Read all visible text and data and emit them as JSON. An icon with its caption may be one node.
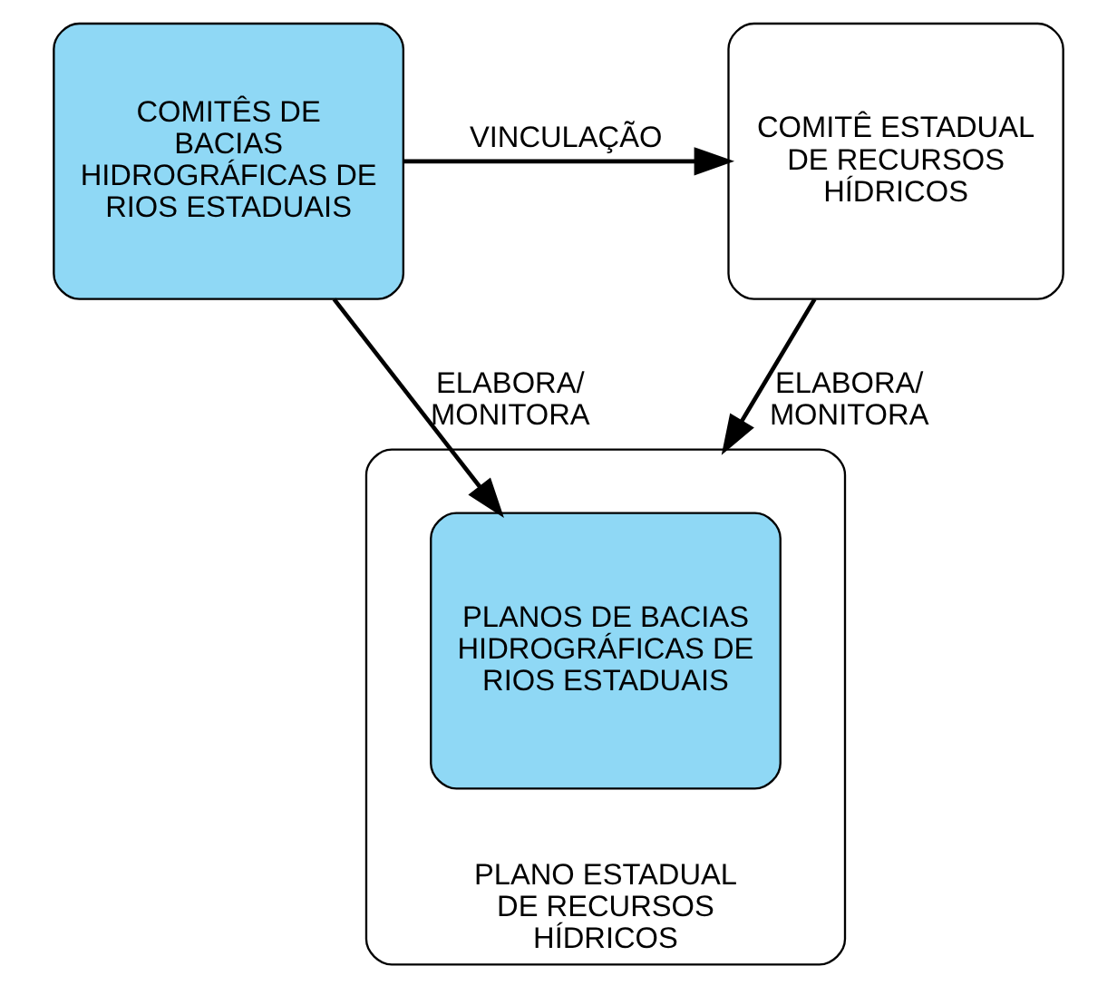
{
  "diagram": {
    "nodes": [
      {
        "text": [
          "COMITÊS DE BACIAS HIDROGRÁFICAS DE RIOS ESTADUAIS"
        ]
      },
      {
        "text": [
          "COMITÊ ESTADUAL DE RECURSOS HÍDRICOS"
        ]
      },
      {
        "text": [
          "PLANO ESTADUAL DE RECURSOS HÍDRICOS"
        ]
      },
      {
        "text": [
          "PLANOS DE BACIAS HIDROGRÁFICAS DE RIOS ESTADUAIS"
        ],
        "in": 2
      }
    ],
    "edges": [
      {
        "from": 0,
        "to": 1,
        "arrow": "to",
        "label": "VINCULAÇÃO"
      },
      {
        "from": 0,
        "to": 3,
        "arrow": "to",
        "label": "ELABORA/ MONITORA"
      },
      {
        "from": 1,
        "to": 2,
        "arrow": "to",
        "label": "ELABORA/ MONITORA"
      }
    ]
  }
}
